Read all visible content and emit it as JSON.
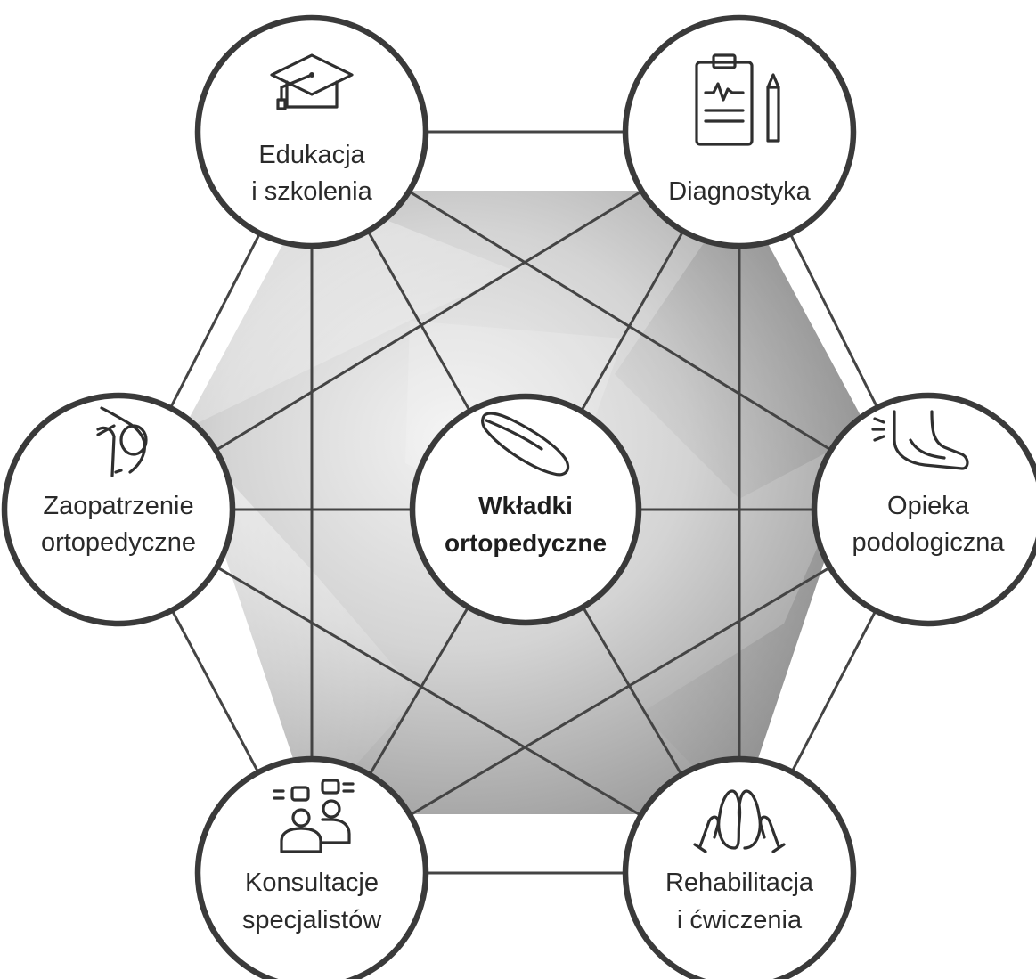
{
  "center": {
    "line1": "Wkładki",
    "line2": "ortopedyczne",
    "icon": "insole-icon"
  },
  "nodes": [
    {
      "id": "edukacja",
      "line1": "Edukacja",
      "line2": "i szkolenia",
      "icon": "graduation-cap-icon"
    },
    {
      "id": "diagnostyka",
      "line1": "",
      "line2": "Diagnostyka",
      "icon": "clipboard-icon"
    },
    {
      "id": "opieka",
      "line1": "Opieka",
      "line2": "podologiczna",
      "icon": "foot-icon"
    },
    {
      "id": "rehabilitacja",
      "line1": "Rehabilitacja",
      "line2": "i ćwiczenia",
      "icon": "hands-feet-icon"
    },
    {
      "id": "konsultacje",
      "line1": "Konsultacje",
      "line2": "specjalistów",
      "icon": "consultation-icon"
    },
    {
      "id": "zaopatrzenie",
      "line1": "Zaopatrzenie",
      "line2": "ortopedyczne",
      "icon": "knee-brace-icon"
    }
  ],
  "colors": {
    "ring": "#3a3a3a",
    "lines": "#444444",
    "hexagon_light": "#e6e6e6",
    "hexagon_dark": "#9a9a9a"
  }
}
